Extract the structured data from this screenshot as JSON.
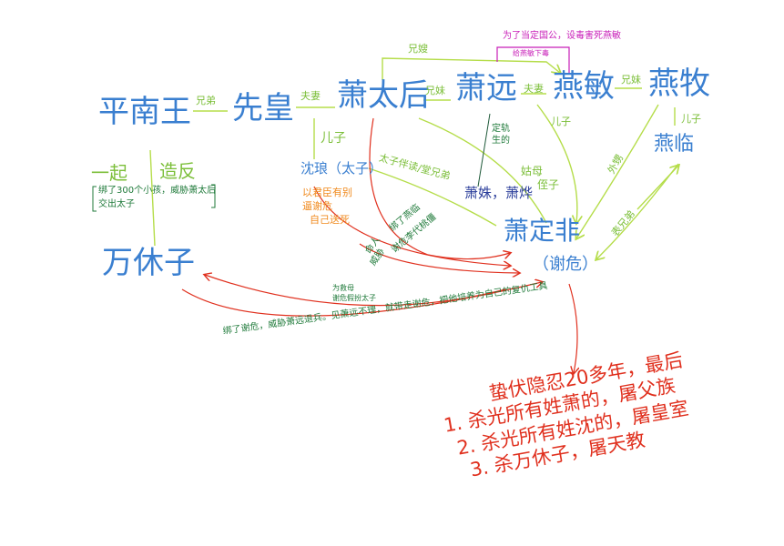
{
  "nodes": {
    "pingnanwang": "平南王",
    "xianhuang": "先皇",
    "xiaotaihou": "萧太后",
    "xiaoyuan": "萧远",
    "yanmin": "燕敏",
    "yanmu": "燕牧",
    "shenlang": "沈琅（太子）",
    "wanxiuzi": "万休子",
    "xiaoshu": "萧姝，萧烨",
    "xiaodingfei": "萧定非",
    "xiewei": "（谢危）",
    "yanlin": "燕临"
  },
  "labels": {
    "brothers": "兄弟",
    "couple1": "夫妻",
    "siblings1": "兄妹",
    "couple2": "夫妻",
    "siblings2": "兄妹",
    "sister_in_law": "兄嫂",
    "son1": "儿子",
    "son2": "儿子",
    "son3": "儿子",
    "together": "一起",
    "rebel": "造反",
    "hostage_1": "绑了300个小孩，威胁萧太后",
    "hostage_2": "交出太子",
    "shenlang_1": "以君臣有别",
    "shenlang_2": "逼谢危",
    "shenlang_3": "自己送死",
    "study_mate": "太子伴读/堂兄弟",
    "born": "定轨生的",
    "aunt": "姑母",
    "nephew": "侄子",
    "nephew2": "外甥",
    "cousins": "表兄弟",
    "kidnap_1": "绑了燕临",
    "kidnap_2": "谢危李代桃僵",
    "order_1": "命人",
    "order_2": "威胁",
    "save_1": "为救母",
    "save_2": "谢危假扮太子",
    "magenta_1": "为了当定国公，设毒害死燕敏",
    "magenta_2": "给燕敏下毒",
    "bottom": "绑了谢危，威胁萧远退兵。见萧远不理，就带走谢危，把他培养为自己的复仇工具"
  },
  "revenge": [
    "蛰伏隐忍20多年，最后",
    "1. 杀光所有姓萧的，屠父族",
    "2. 杀光所有姓沈的，屠皇室",
    "3. 杀万休子，屠天教"
  ],
  "colors": {
    "person": "#3a7fd0",
    "relation": "#7cbf3a",
    "event": "#1f7a3a",
    "arrow": "#e0301e",
    "magenta": "#c81fb8",
    "orange": "#f08a1e"
  }
}
